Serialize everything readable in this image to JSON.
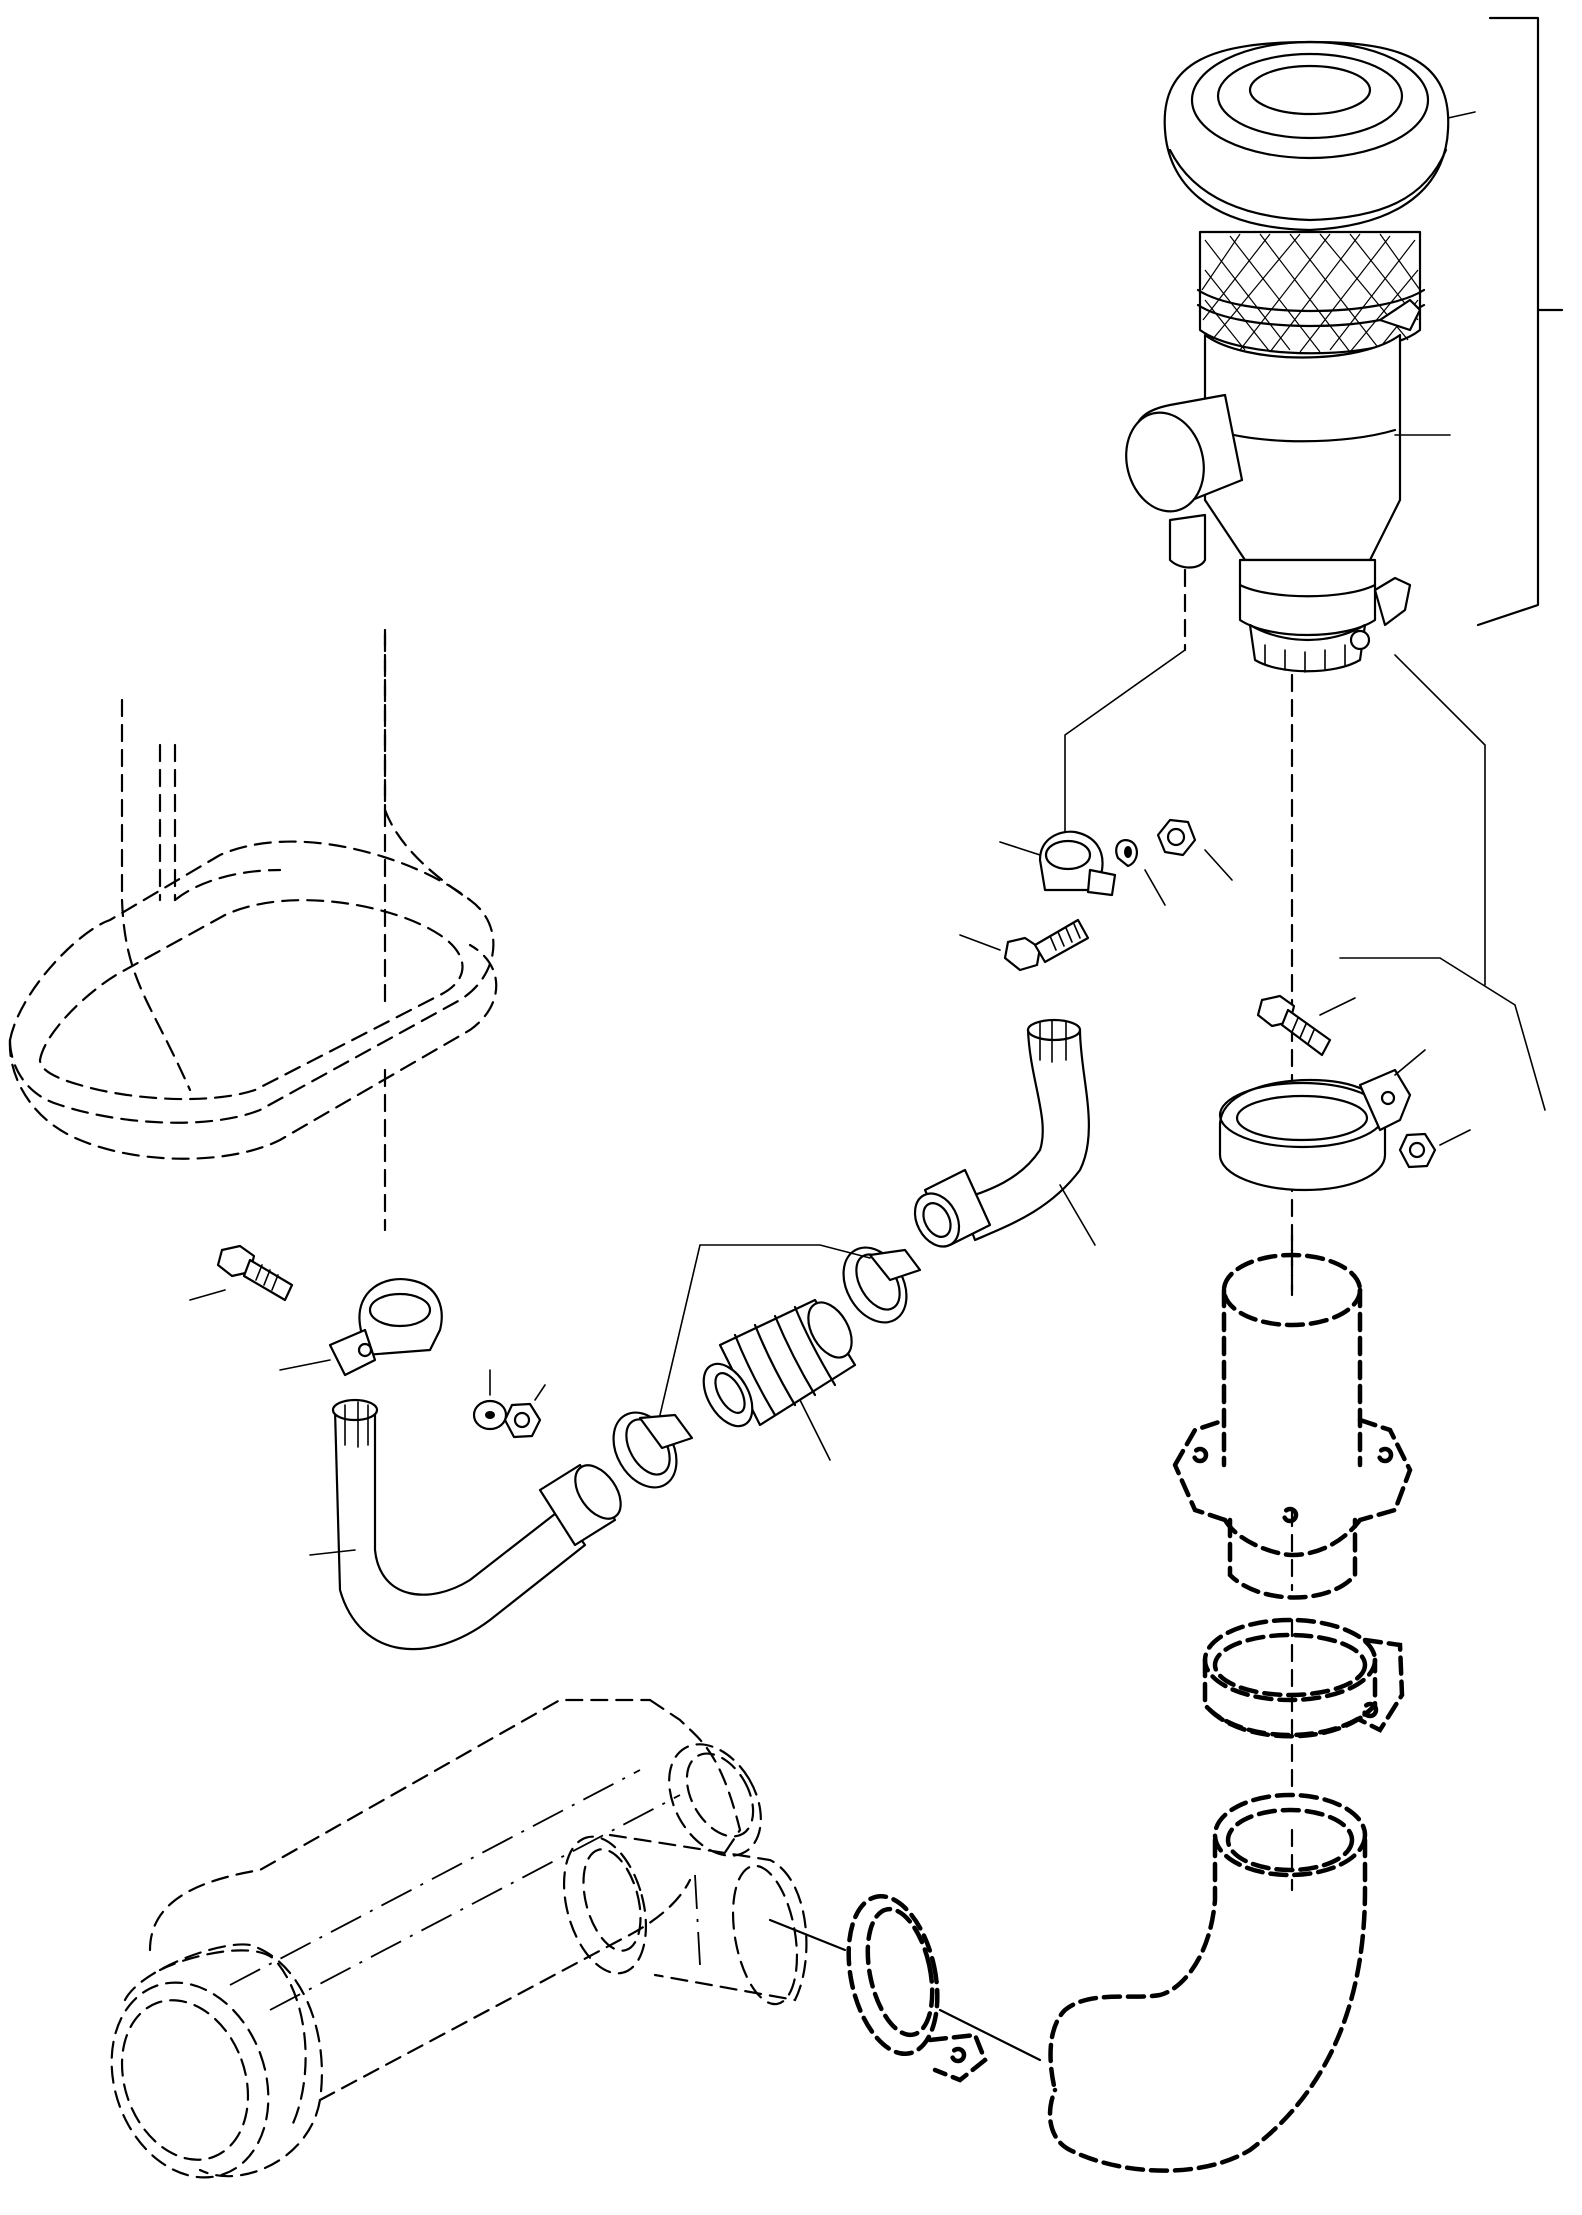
{
  "diagram": {
    "line_color": "#000000",
    "background_color": "#ffffff",
    "parts": [
      "air-cleaner-assembly",
      "air-cleaner-cap",
      "air-cleaner-body",
      "upper-tube-clamp",
      "upper-clamp-bolt",
      "upper-clamp-washer",
      "upper-clamp-nut",
      "body-band-clamp",
      "band-clamp-bolt",
      "band-clamp-nut",
      "upper-intake-tube",
      "upper-hose-clamp",
      "bellows-hose",
      "lower-hose-clamp",
      "lower-intake-tube",
      "lower-tube-clamp",
      "lower-clamp-bolt",
      "lower-clamp-washer",
      "lower-clamp-nut",
      "exhaust-stack-outline",
      "exhaust-flange-outline",
      "exhaust-band-outline",
      "exhaust-elbow-outline",
      "muffler-outline"
    ]
  }
}
